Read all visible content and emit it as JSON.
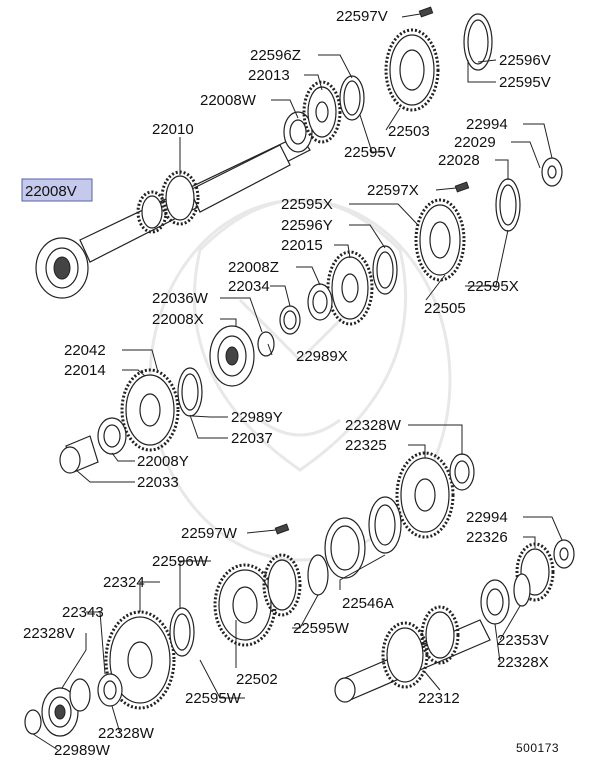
{
  "diagram": {
    "selected_label": "22008V",
    "highlight_color": "#c5c9ec",
    "highlight_border": "#5a5fa8",
    "figure_code": "500173",
    "labels": [
      "22597V",
      "22596Z",
      "22596V",
      "22013",
      "22595V",
      "22008W",
      "22503",
      "22595V",
      "22010",
      "22994",
      "22029",
      "22028",
      "22597X",
      "22595X",
      "22596Y",
      "22015",
      "22008Z",
      "22034",
      "22036W",
      "22008X",
      "22505",
      "22595X",
      "22989X",
      "22042",
      "22014",
      "22989Y",
      "22037",
      "22008Y",
      "22033",
      "22328W",
      "22325",
      "22994",
      "22326",
      "22597W",
      "22596W",
      "22324",
      "22546A",
      "22343",
      "22595W",
      "22328V",
      "22502",
      "22353V",
      "22328X",
      "22595W",
      "22312",
      "22328W",
      "22989W"
    ]
  }
}
